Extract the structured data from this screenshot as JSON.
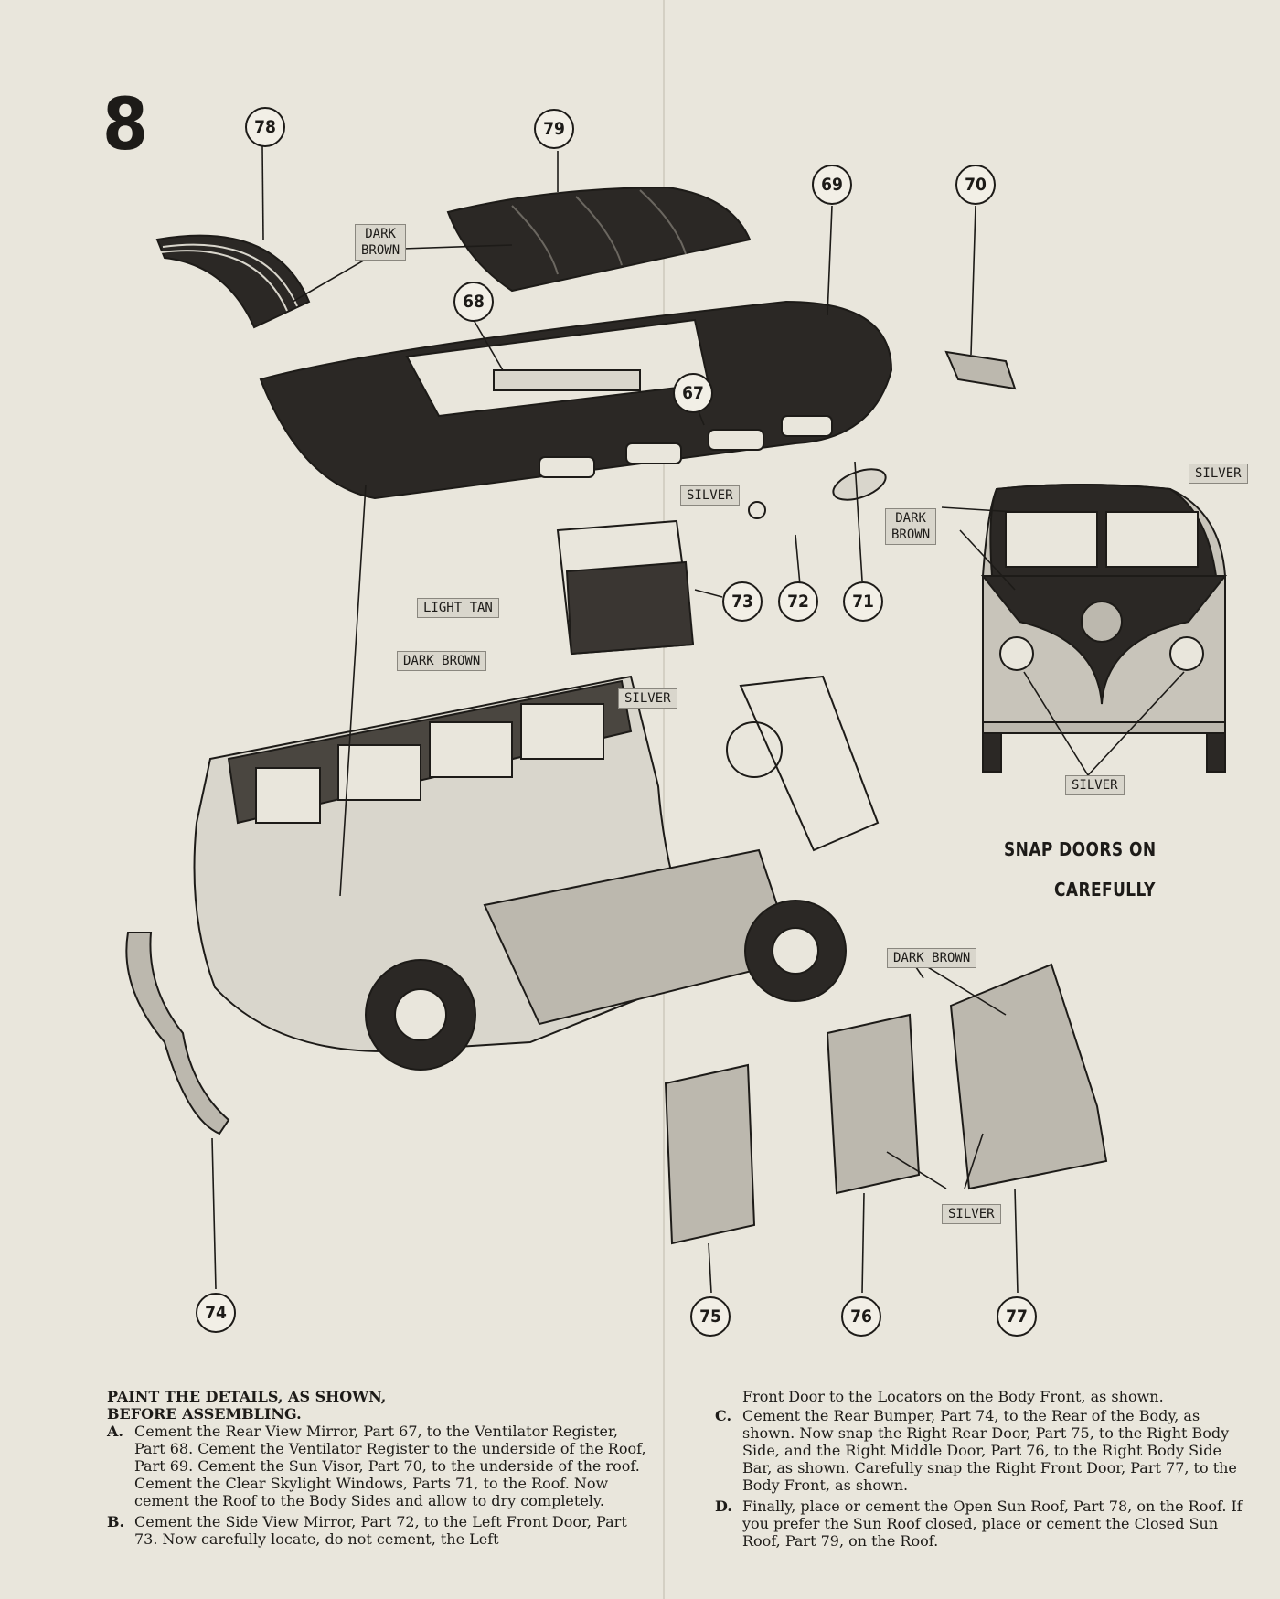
{
  "step_number": "8",
  "callouts": [
    {
      "id": "c78",
      "label": "78"
    },
    {
      "id": "c79",
      "label": "79"
    },
    {
      "id": "c69",
      "label": "69"
    },
    {
      "id": "c70",
      "label": "70"
    },
    {
      "id": "c68",
      "label": "68"
    },
    {
      "id": "c67",
      "label": "67"
    },
    {
      "id": "c73",
      "label": "73"
    },
    {
      "id": "c72",
      "label": "72"
    },
    {
      "id": "c71",
      "label": "71"
    },
    {
      "id": "c74",
      "label": "74"
    },
    {
      "id": "c75",
      "label": "75"
    },
    {
      "id": "c76",
      "label": "76"
    },
    {
      "id": "c77",
      "label": "77"
    }
  ],
  "paint_tags": {
    "dark_brown_top": [
      "DARK",
      "BROWN"
    ],
    "silver_mirror": "SILVER",
    "silver_front": "SILVER",
    "dark_brown_front": [
      "DARK",
      "BROWN"
    ],
    "light_tan": "LIGHT TAN",
    "dark_brown_door": "DARK BROWN",
    "silver_door": "SILVER",
    "silver_bottom": "SILVER",
    "dark_brown_doors": "DARK BROWN",
    "silver_doors": "SILVER"
  },
  "snap_note": {
    "line1": "SNAP DOORS ON",
    "line2": "CAREFULLY"
  },
  "instructions": {
    "header_line1": "PAINT THE DETAILS, AS SHOWN,",
    "header_line2": "BEFORE ASSEMBLING.",
    "A": {
      "letter": "A.",
      "text": "Cement the Rear View Mirror, Part 67, to the Ventilator Register, Part 68. Cement the Ventilator Register to the underside of the Roof, Part 69. Cement the Sun Visor, Part 70, to the underside of the roof. Cement the Clear Skylight Windows, Parts 71, to the Roof. Now cement the Roof to the Body Sides and allow to dry completely."
    },
    "B": {
      "letter": "B.",
      "text": "Cement the Side View Mirror, Part 72, to the Left Front Door, Part 73. Now carefully locate, do not cement, the Left"
    },
    "B_cont": "Front Door to the Locators on the Body Front, as shown.",
    "C": {
      "letter": "C.",
      "text": "Cement the Rear Bumper, Part 74, to the Rear of the Body, as shown. Now snap the Right Rear Door, Part 75, to the Right Body Side, and the Right Middle Door, Part 76, to the Right Body Side Bar, as shown. Carefully snap the Right Front Door, Part 77, to the Body Front, as shown."
    },
    "D": {
      "letter": "D.",
      "text": "Finally, place or cement the Open Sun Roof, Part 78, on the Roof. If you prefer the Sun Roof closed, place or cement the Closed Sun Roof, Part 79, on the Roof."
    }
  }
}
